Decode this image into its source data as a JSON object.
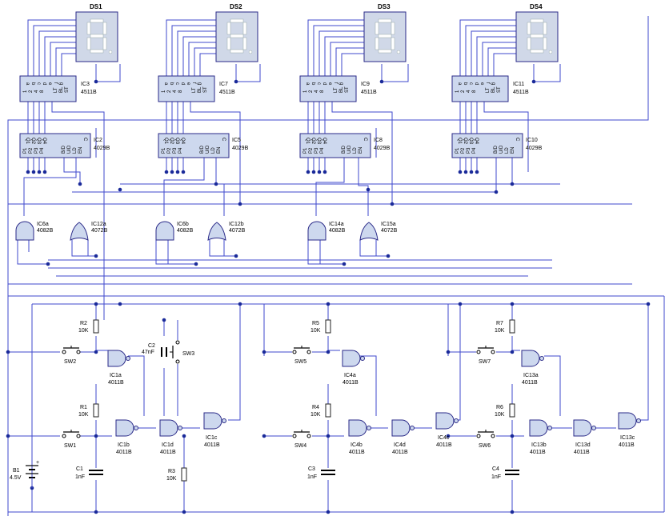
{
  "displays": [
    {
      "ref": "DS1",
      "decoder": {
        "ref": "IC3",
        "part": "4511B"
      },
      "counter": {
        "ref": "IC2",
        "part": "4029B"
      }
    },
    {
      "ref": "DS2",
      "decoder": {
        "ref": "IC7",
        "part": "4511B"
      },
      "counter": {
        "ref": "IC5",
        "part": "4029B"
      }
    },
    {
      "ref": "DS3",
      "decoder": {
        "ref": "IC9",
        "part": "4511B"
      },
      "counter": {
        "ref": "IC8",
        "part": "4029B"
      }
    },
    {
      "ref": "DS4",
      "decoder": {
        "ref": "IC11",
        "part": "4511B"
      },
      "counter": {
        "ref": "IC10",
        "part": "4029B"
      }
    }
  ],
  "decoder_pins_top": [
    "a",
    "b",
    "c",
    "d",
    "e",
    "f",
    "g"
  ],
  "decoder_pins_bottom": [
    "1",
    "2",
    "4",
    "8",
    "LT",
    "BL",
    "ST"
  ],
  "counter_pins_top": [
    "Q1",
    "Q2",
    "Q3",
    "Q4",
    "C"
  ],
  "counter_pins_bottom": [
    "P1",
    "P2",
    "P3",
    "P4",
    "B/D",
    "U/D",
    "LD",
    "EN"
  ],
  "logic_gates": [
    {
      "ref": "IC6a",
      "part": "4082B"
    },
    {
      "ref": "IC12a",
      "part": "4072B"
    },
    {
      "ref": "IC6b",
      "part": "4082B"
    },
    {
      "ref": "IC12b",
      "part": "4072B"
    },
    {
      "ref": "IC14a",
      "part": "4082B"
    },
    {
      "ref": "IC15a",
      "part": "4072B"
    }
  ],
  "nand_gates": [
    {
      "ref": "IC1a",
      "part": "4011B"
    },
    {
      "ref": "IC1b",
      "part": "4011B"
    },
    {
      "ref": "IC1d",
      "part": "4011B"
    },
    {
      "ref": "IC1c",
      "part": "4011B"
    },
    {
      "ref": "IC4a",
      "part": "4011B"
    },
    {
      "ref": "IC4b",
      "part": "4011B"
    },
    {
      "ref": "IC4d",
      "part": "4011B"
    },
    {
      "ref": "IC4c",
      "part": "4011B"
    },
    {
      "ref": "IC13a",
      "part": "4011B"
    },
    {
      "ref": "IC13b",
      "part": "4011B"
    },
    {
      "ref": "IC13d",
      "part": "4011B"
    },
    {
      "ref": "IC13c",
      "part": "4011B"
    }
  ],
  "resistors": [
    {
      "ref": "R2",
      "value": "10K"
    },
    {
      "ref": "R1",
      "value": "10K"
    },
    {
      "ref": "R3",
      "value": "10K"
    },
    {
      "ref": "R5",
      "value": "10K"
    },
    {
      "ref": "R4",
      "value": "10K"
    },
    {
      "ref": "R7",
      "value": "10K"
    },
    {
      "ref": "R6",
      "value": "10K"
    }
  ],
  "capacitors": [
    {
      "ref": "C1",
      "value": "1nF"
    },
    {
      "ref": "C2",
      "value": "47nF"
    },
    {
      "ref": "C3",
      "value": "1nF"
    },
    {
      "ref": "C4",
      "value": "1nF"
    }
  ],
  "switches": [
    "SW1",
    "SW2",
    "SW3",
    "SW4",
    "SW5",
    "SW6",
    "SW7"
  ],
  "battery": {
    "ref": "B1",
    "value": "4.5V",
    "plus": "+"
  }
}
